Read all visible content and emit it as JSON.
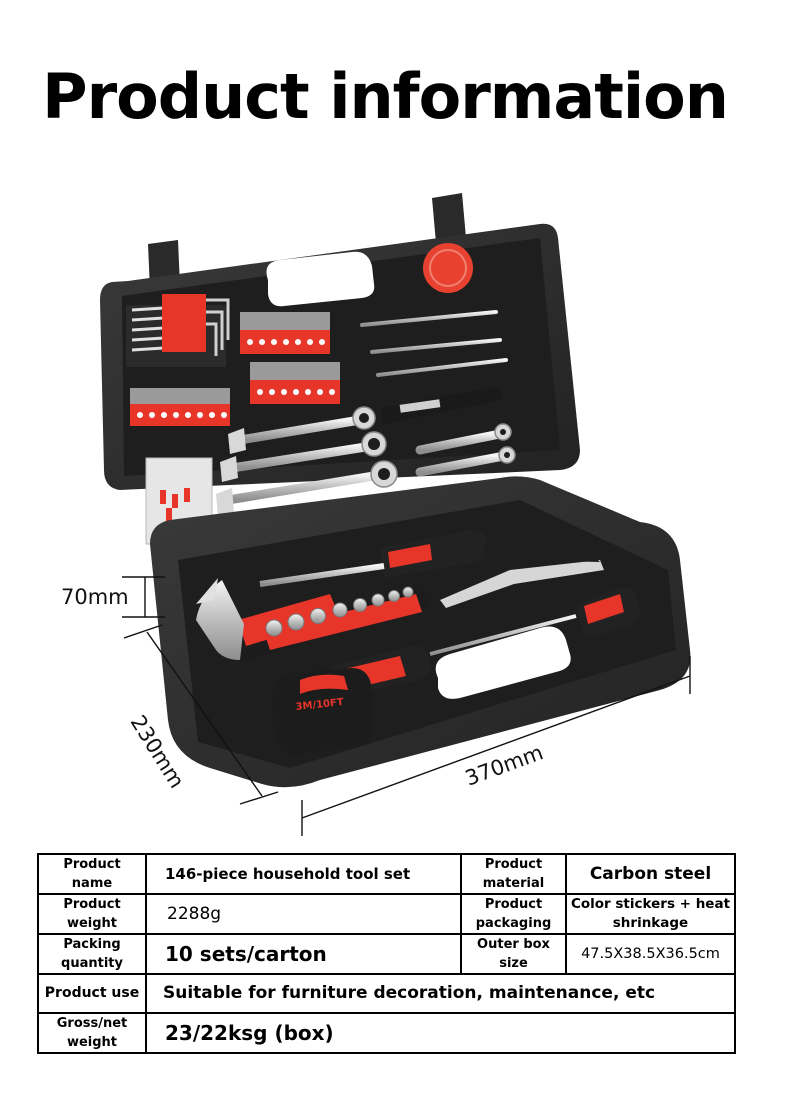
{
  "header": {
    "title": "Product information"
  },
  "figure": {
    "subject": "toolbox-open-case",
    "dimensions": {
      "height": "70mm",
      "depth": "230mm",
      "width": "370mm"
    },
    "tape_measure_label": "3M/10FT",
    "colors": {
      "case": "#2b2b2b",
      "case_dark": "#1c1c1c",
      "accent_red": "#e8352a",
      "chrome": "#d9d9d9"
    }
  },
  "specs": {
    "rows": [
      {
        "label": "Product name",
        "value": "146-piece household tool set",
        "label2": "Product material",
        "value2": "Carbon steel"
      },
      {
        "label": "Product weight",
        "value": "2288g",
        "label2": "Product packaging",
        "value2": "Color stickers + heat shrinkage"
      },
      {
        "label": "Packing quantity",
        "value": "10 sets/carton",
        "label2": "Outer box size",
        "value2": "47.5X38.5X36.5cm"
      },
      {
        "label": "Product use",
        "value": "Suitable for furniture decoration, maintenance, etc"
      },
      {
        "label": "Gross/net weight",
        "value": "23/22ksg (box)"
      }
    ]
  }
}
